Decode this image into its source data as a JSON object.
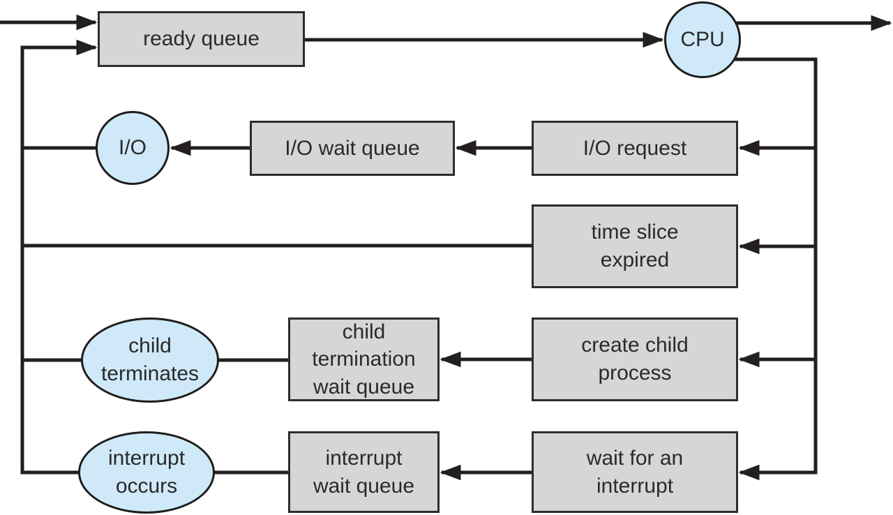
{
  "colors": {
    "background": "#ffffff",
    "queue_box_fill": "#d6d6d6",
    "queue_box_border": "#2e2d2c",
    "resource_fill": "#cfe9f8",
    "resource_border": "#1d1d1b",
    "connector": "#231f20",
    "text": "#2a2a2a"
  },
  "nodes": {
    "ready_queue": {
      "label": "ready queue"
    },
    "cpu": {
      "label": "CPU"
    },
    "io": {
      "label": "I/O"
    },
    "io_wait_queue": {
      "label": "I/O wait queue"
    },
    "io_request": {
      "label": "I/O request"
    },
    "time_slice_expired": {
      "label": "time slice\nexpired"
    },
    "child_terminates": {
      "label": "child\nterminates"
    },
    "child_termination_wait_queue": {
      "label": "child\ntermination\nwait queue"
    },
    "create_child_process": {
      "label": "create child\nprocess"
    },
    "interrupt_occurs": {
      "label": "interrupt\noccurs"
    },
    "interrupt_wait_queue": {
      "label": "interrupt\nwait queue"
    },
    "wait_for_an_interrupt": {
      "label": "wait for an\ninterrupt"
    }
  }
}
